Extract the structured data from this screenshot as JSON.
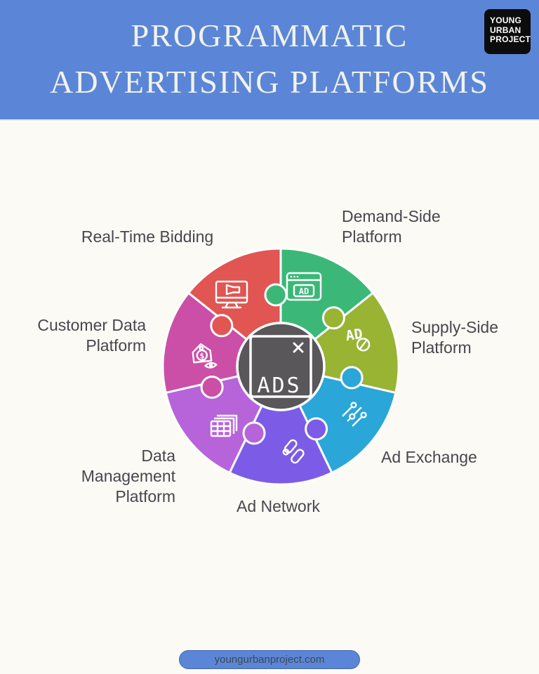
{
  "header": {
    "title_line1": "PROGRAMMATIC",
    "title_line2": "ADVERTISING PLATFORMS",
    "bg_color": "#5b86d7",
    "logo_lines": [
      "YOUNG",
      "URBAN",
      "PROJECT"
    ]
  },
  "labels": {
    "rtb": {
      "l1": "Real-Time Bidding"
    },
    "dsp": {
      "l1": "Demand-Side",
      "l2": "Platform"
    },
    "ssp": {
      "l1": "Supply-Side",
      "l2": "Platform"
    },
    "adx": {
      "l1": "Ad Exchange"
    },
    "adn": {
      "l1": "Ad Network"
    },
    "dmp": {
      "l1": "Data",
      "l2": "Management",
      "l3": "Platform"
    },
    "cdp": {
      "l1": "Customer Data",
      "l2": "Platform"
    }
  },
  "diagram": {
    "center": {
      "label": "ADS",
      "icon": "ad-window-close-icon"
    },
    "colors": {
      "green": "#3bb878",
      "olive": "#99b333",
      "cyan": "#2aa6d9",
      "violet": "#7c5ce6",
      "orchid": "#b763da",
      "magenta": "#cb4fa6",
      "red": "#e15552",
      "center": "#59575a"
    },
    "icon_text": {
      "ad": "AD",
      "dollar": "$"
    },
    "segments": [
      {
        "label": "Demand-Side Platform",
        "color": "#3bb878",
        "icon": "browser-ad-icon"
      },
      {
        "label": "Supply-Side Platform",
        "color": "#99b333",
        "icon": "ad-blocked-icon"
      },
      {
        "label": "Ad Exchange",
        "color": "#2aa6d9",
        "icon": "sliders-icon"
      },
      {
        "label": "Ad Network",
        "color": "#7c5ce6",
        "icon": "pills-icon"
      },
      {
        "label": "Data Management Platform",
        "color": "#b763da",
        "icon": "stacked-tables-icon"
      },
      {
        "label": "Customer Data Platform",
        "color": "#cb4fa6",
        "icon": "price-tag-eye-icon"
      },
      {
        "label": "Real-Time Bidding",
        "color": "#e15552",
        "icon": "monitor-megaphone-icon"
      }
    ]
  },
  "footer": {
    "website": "youngurbanproject.com"
  }
}
